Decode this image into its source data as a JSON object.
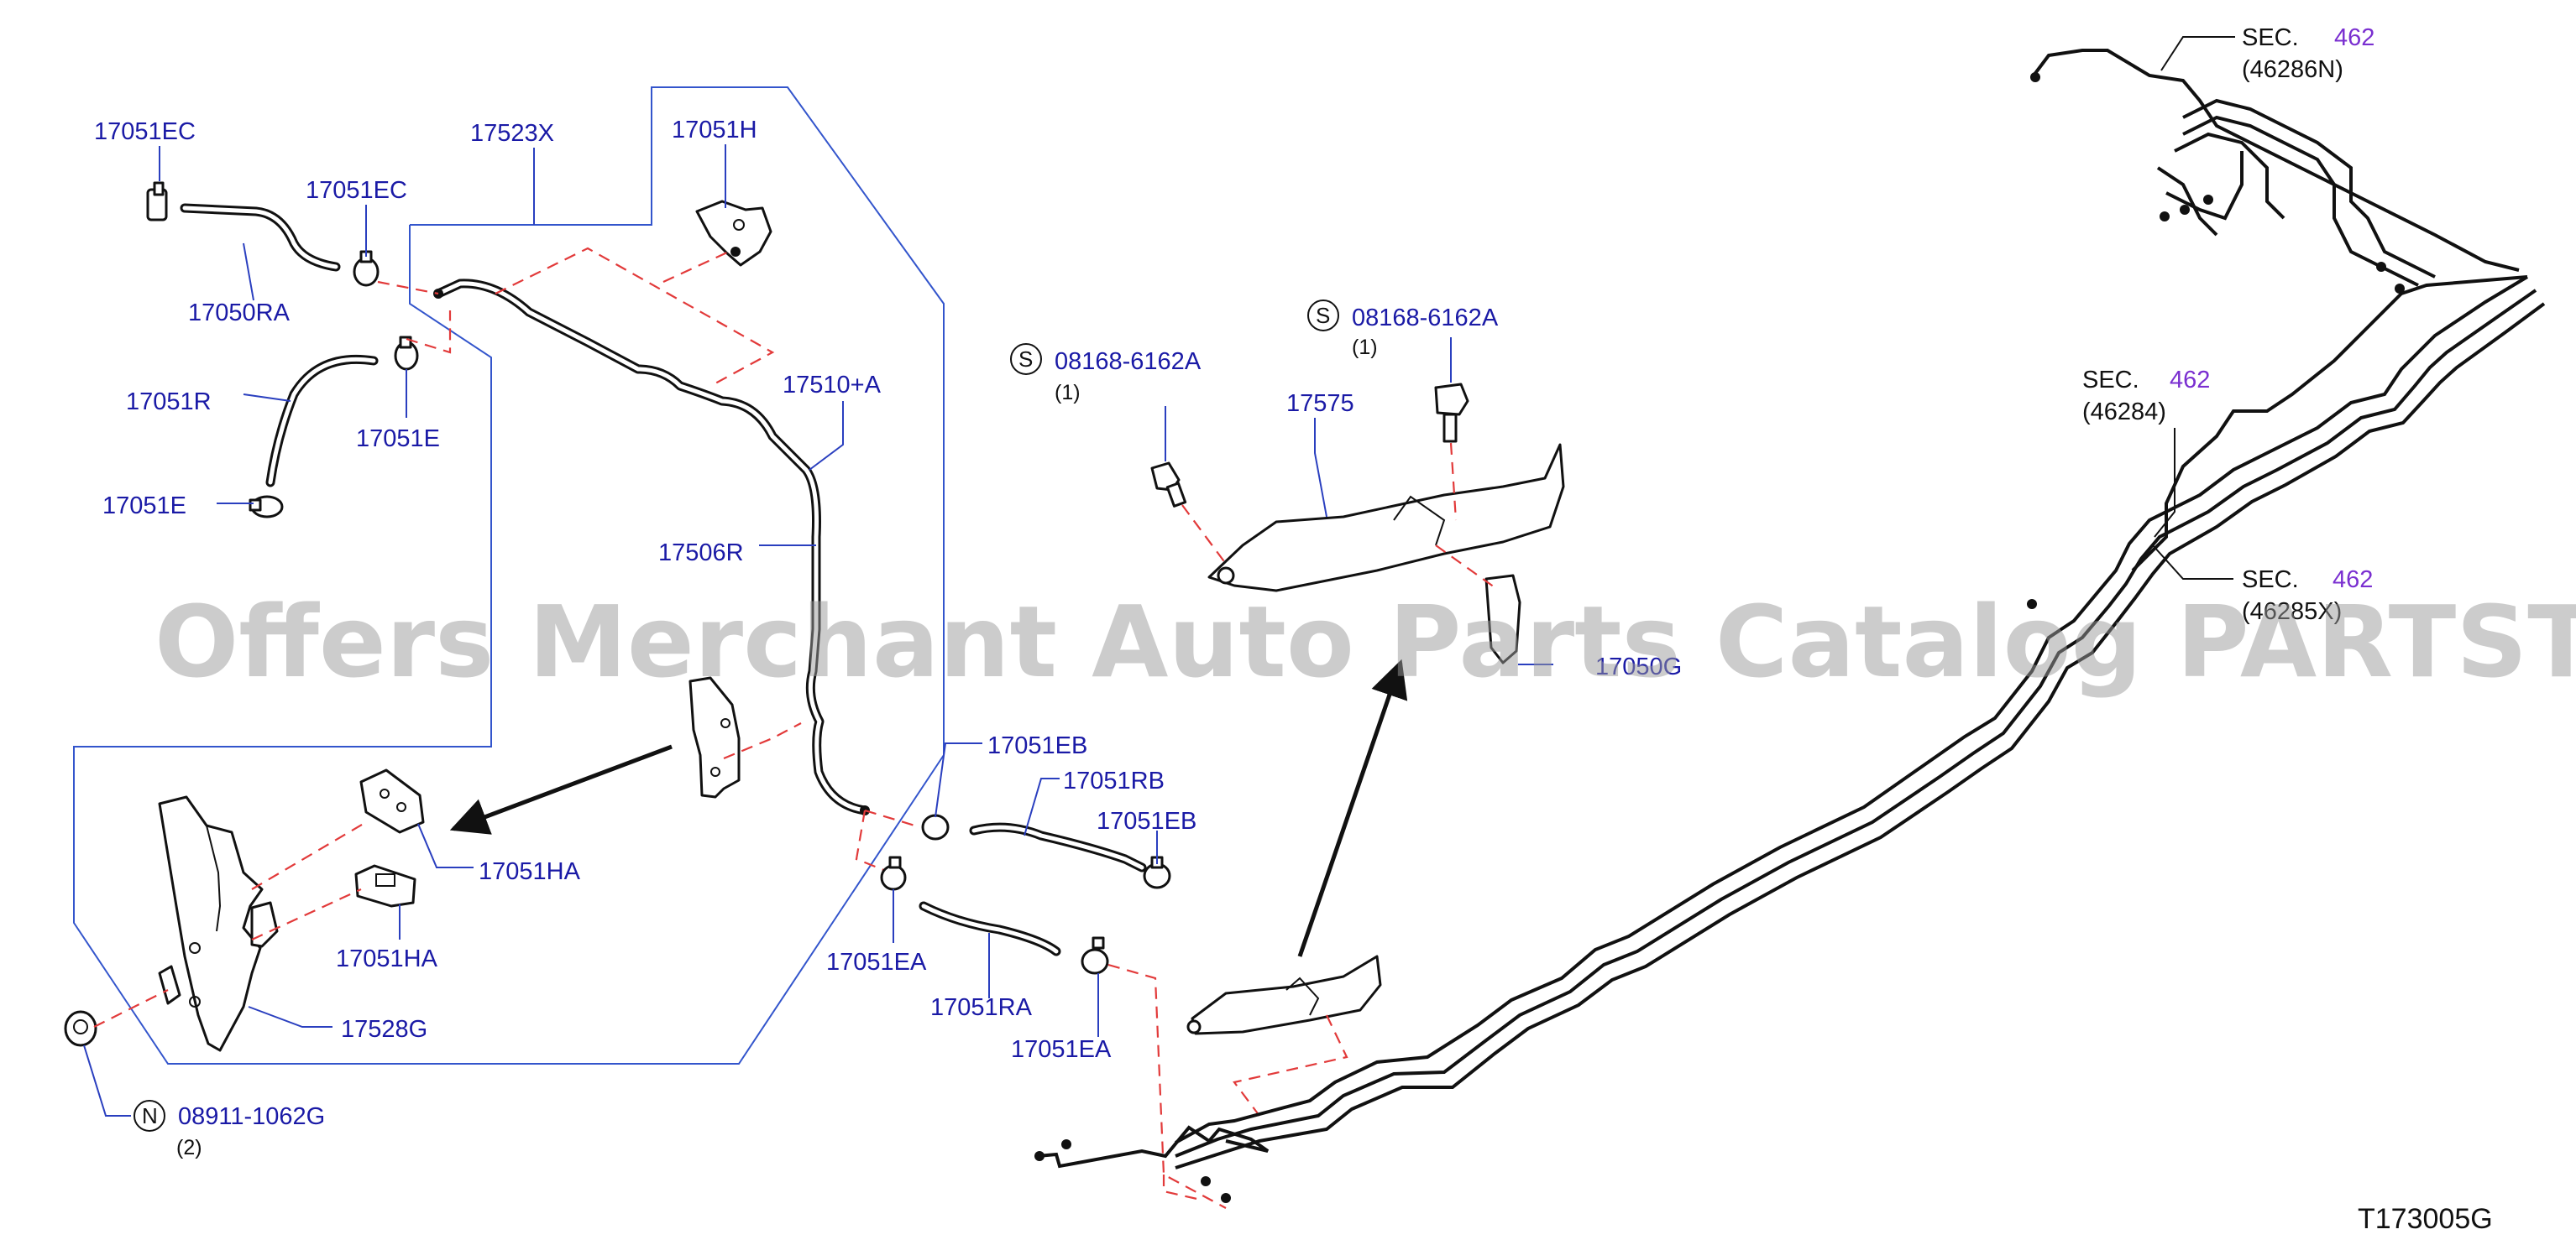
{
  "labels": {
    "p17051EC_a": "17051EC",
    "p17050RA": "17050RA",
    "p17051EC_b": "17051EC",
    "p17523X": "17523X",
    "p17051H": "17051H",
    "p17510A": "17510+A",
    "p17051R": "17051R",
    "p17051E_a": "17051E",
    "p17051E_b": "17051E",
    "p17506R": "17506R",
    "p17051EB_a": "17051EB",
    "p17051RB": "17051RB",
    "p17051EB_b": "17051EB",
    "p17051HA_a": "17051HA",
    "p17051HA_b": "17051HA",
    "p17528G": "17528G",
    "p17051EA_a": "17051EA",
    "p17051RA": "17051RA",
    "p17051EA_b": "17051EA",
    "p17575": "17575",
    "p17050G": "17050G"
  },
  "screws": [
    {
      "symbol": "S",
      "part": "08168-6162A",
      "qty": "(1)"
    },
    {
      "symbol": "S",
      "part": "08168-6162A",
      "qty": "(1)"
    }
  ],
  "nut": {
    "symbol": "N",
    "part": "08911-1062G",
    "qty": "(2)"
  },
  "sections": [
    {
      "prefix": "SEC.",
      "number": "462",
      "ref": "(46286N)"
    },
    {
      "prefix": "SEC.",
      "number": "462",
      "ref": "(46284)"
    },
    {
      "prefix": "SEC.",
      "number": "462",
      "ref": "(46285X)"
    }
  ],
  "watermark": "Offers Merchant Auto Parts Catalog PARTSTORE.SA",
  "figure_code": "T173005G",
  "colors": {
    "part_number": "#1a1aa6",
    "section_number": "#7a2fd0",
    "dashed_leader": "#e23a3a",
    "group_outline": "#3355cc"
  }
}
